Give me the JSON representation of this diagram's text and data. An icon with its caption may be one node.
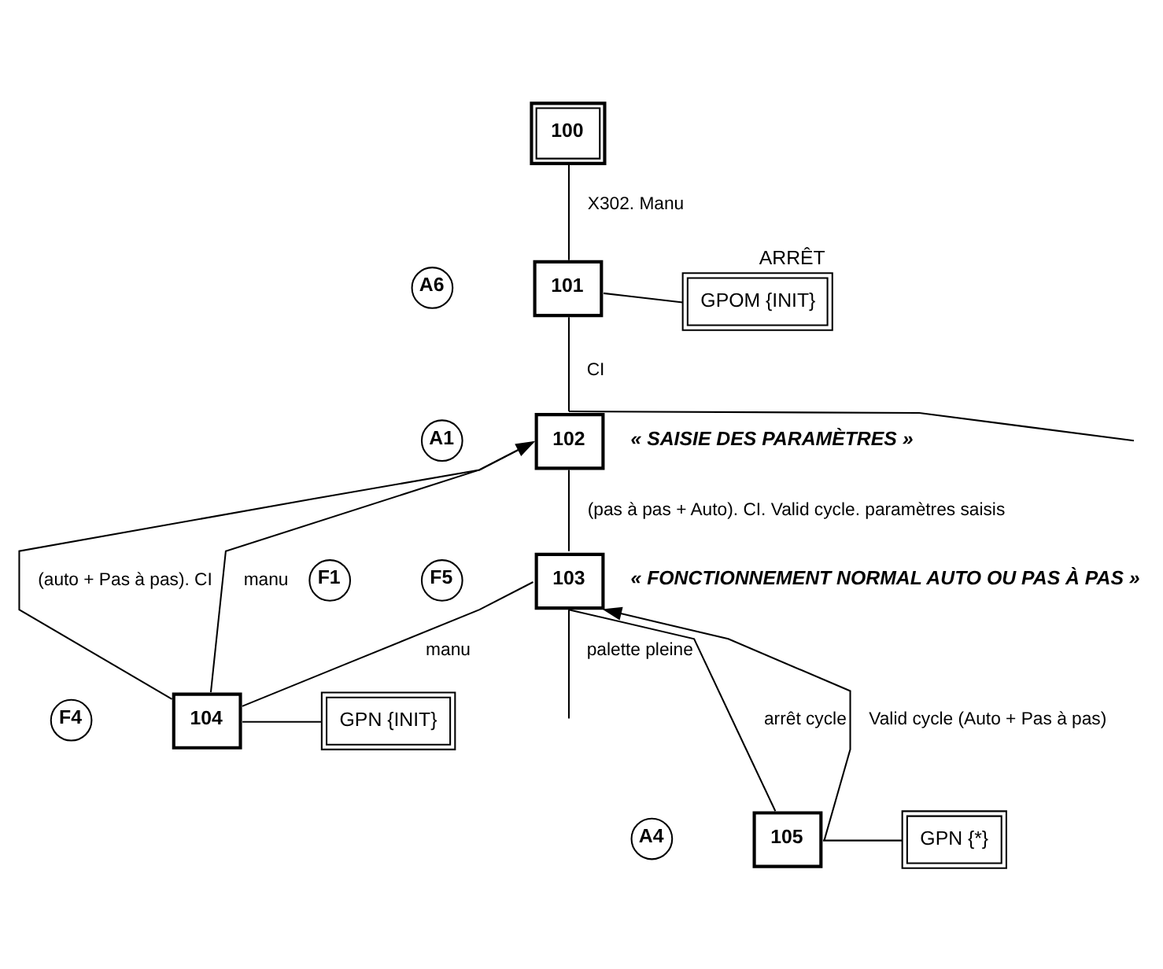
{
  "diagram": {
    "nodes": [
      {
        "text": [
          "100"
        ]
      },
      {
        "text": [
          "A6"
        ]
      },
      {
        "text": [
          "101"
        ]
      },
      {
        "text": [
          "GPOM {INIT}"
        ],
        "beside": [
          "ARRÊT"
        ]
      },
      {
        "text": [
          "A1"
        ]
      },
      {
        "text": [
          "102"
        ],
        "beside": [
          "« SAISIE DES PARAMÈTRES »"
        ]
      },
      {
        "text": [
          "F1"
        ]
      },
      {
        "text": [
          "F5"
        ]
      },
      {
        "text": [
          "103"
        ],
        "beside": [
          "« FONCTIONNEMENT NORMAL AUTO OU PAS À PAS »"
        ]
      },
      {
        "text": [
          "F4"
        ]
      },
      {
        "text": [
          "104"
        ]
      },
      {
        "text": [
          "GPN {INIT}"
        ]
      },
      {
        "text": [
          "A4"
        ]
      },
      {
        "text": [
          "105"
        ]
      },
      {
        "text": [
          "GPN {*}"
        ]
      }
    ],
    "edges": [
      {
        "from": 0,
        "to": 2,
        "label": "X302. Manu",
        "arrow": "none"
      },
      {
        "from": 2,
        "to": 3,
        "arrow": "none"
      },
      {
        "from": 2,
        "to": 5,
        "label": "CI",
        "arrow": "none"
      },
      {
        "from": null,
        "to": 5,
        "arrow": "none"
      },
      {
        "from": 5,
        "to": 8,
        "label": "(pas à pas + Auto). CI. Valid cycle. paramètres saisis",
        "arrow": "none"
      },
      {
        "from": 5,
        "to": 10,
        "label": "manu",
        "arrow": "none"
      },
      {
        "from": 8,
        "to": 10,
        "label": "manu",
        "arrow": "none"
      },
      {
        "from": 8,
        "to": null,
        "label": "palette pleine",
        "arrow": "none"
      },
      {
        "from": 8,
        "to": 13,
        "label": "arrêt cycle",
        "arrow": "none"
      },
      {
        "from": 10,
        "to": 11,
        "arrow": "none"
      },
      {
        "from": 10,
        "to": 5,
        "label": "(auto + Pas à pas). CI",
        "arrow": "to"
      },
      {
        "from": 13,
        "to": 14,
        "arrow": "none"
      },
      {
        "from": 13,
        "to": 8,
        "label": "Valid cycle (Auto + Pas à pas)",
        "arrow": "to"
      }
    ]
  }
}
